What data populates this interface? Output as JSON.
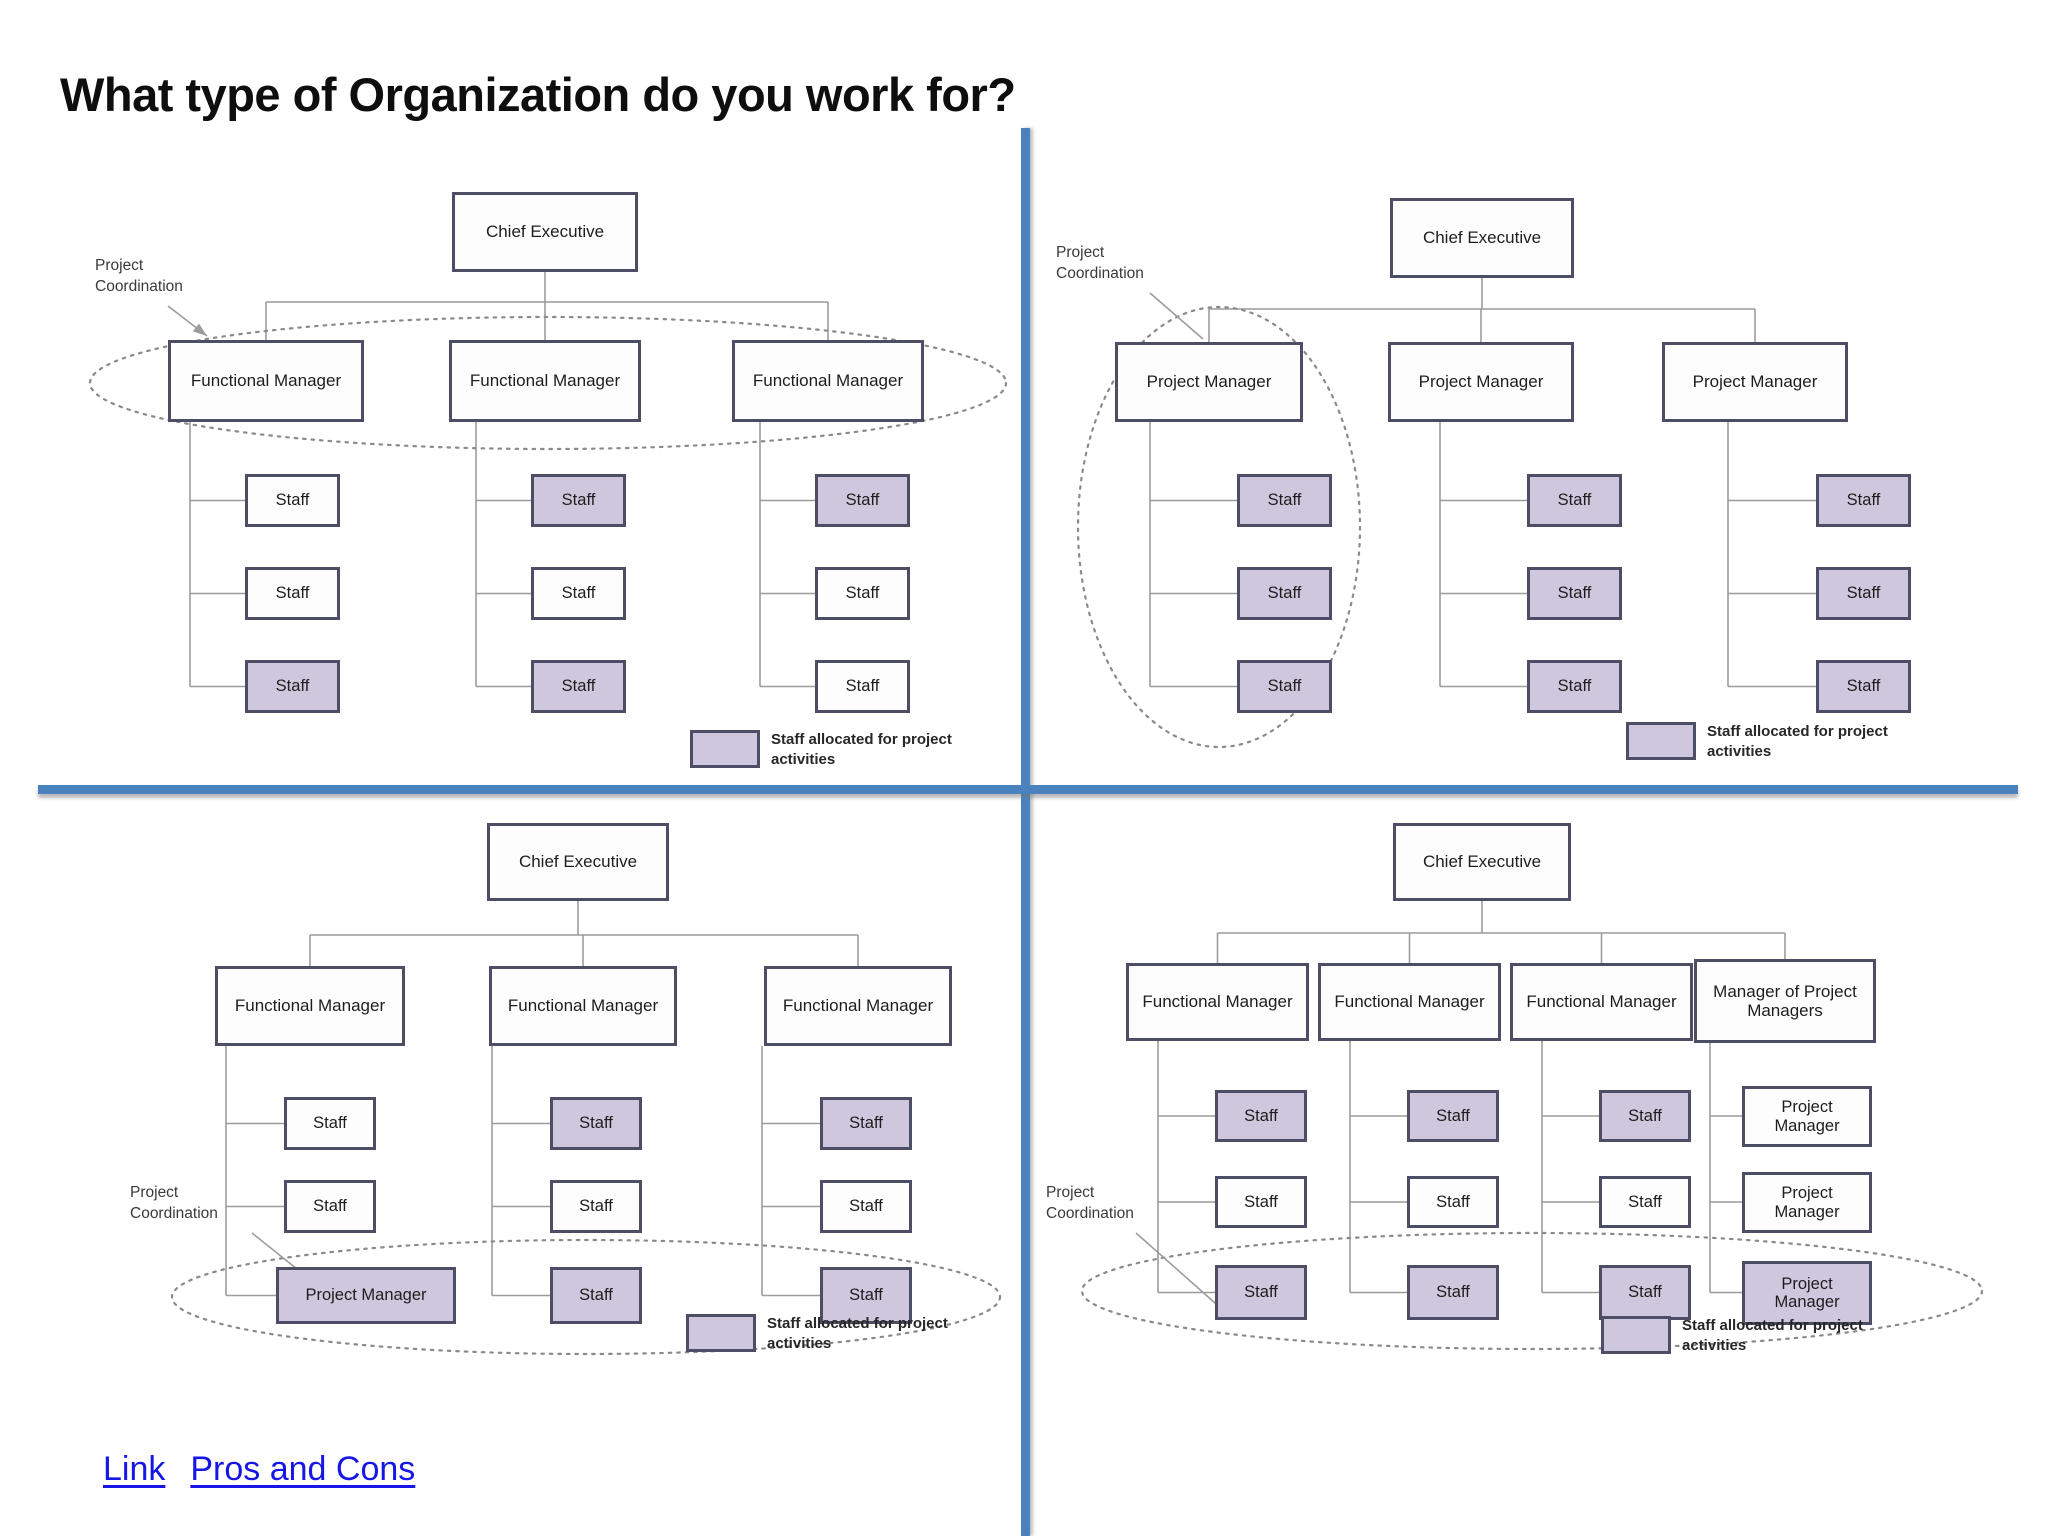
{
  "title": "What type of Organization do you work for?",
  "links": [
    {
      "label": "Link"
    },
    {
      "label": "Pros and Cons"
    }
  ],
  "colors": {
    "accent_blue": "#4a82c0",
    "shaded_fill": "#cfc7dd",
    "box_border": "#4d4d66",
    "line_gray": "#9c9c9c",
    "ellipse_gray": "#8a8a8a",
    "link_blue": "#1616e6"
  },
  "legend_note": "shaded box = staff allocated for project activities",
  "quadrants": [
    {
      "name": "functional-organization",
      "chief": "Chief Executive",
      "coordination": "Project Coordination",
      "legend": "Staff allocated for project activities",
      "managers": [
        "Functional Manager",
        "Functional Manager",
        "Functional Manager"
      ],
      "columns": [
        [
          {
            "label": "Staff",
            "shaded": false
          },
          {
            "label": "Staff",
            "shaded": false
          },
          {
            "label": "Staff",
            "shaded": true
          }
        ],
        [
          {
            "label": "Staff",
            "shaded": true
          },
          {
            "label": "Staff",
            "shaded": false
          },
          {
            "label": "Staff",
            "shaded": true
          }
        ],
        [
          {
            "label": "Staff",
            "shaded": true
          },
          {
            "label": "Staff",
            "shaded": false
          },
          {
            "label": "Staff",
            "shaded": false
          }
        ]
      ]
    },
    {
      "name": "projectized-organization",
      "chief": "Chief Executive",
      "coordination": "Project Coordination",
      "legend": "Staff allocated for project activities",
      "managers": [
        "Project Manager",
        "Project Manager",
        "Project Manager"
      ],
      "columns": [
        [
          {
            "label": "Staff",
            "shaded": true
          },
          {
            "label": "Staff",
            "shaded": true
          },
          {
            "label": "Staff",
            "shaded": true
          }
        ],
        [
          {
            "label": "Staff",
            "shaded": true
          },
          {
            "label": "Staff",
            "shaded": true
          },
          {
            "label": "Staff",
            "shaded": true
          }
        ],
        [
          {
            "label": "Staff",
            "shaded": true
          },
          {
            "label": "Staff",
            "shaded": true
          },
          {
            "label": "Staff",
            "shaded": true
          }
        ]
      ]
    },
    {
      "name": "weak-matrix-organization",
      "chief": "Chief Executive",
      "coordination": "Project Coordination",
      "legend": "Staff allocated for project activities",
      "managers": [
        "Functional Manager",
        "Functional Manager",
        "Functional Manager"
      ],
      "columns": [
        [
          {
            "label": "Staff",
            "shaded": false
          },
          {
            "label": "Staff",
            "shaded": false
          },
          {
            "label": "Project Manager",
            "shaded": true,
            "wide": true
          }
        ],
        [
          {
            "label": "Staff",
            "shaded": true
          },
          {
            "label": "Staff",
            "shaded": false
          },
          {
            "label": "Staff",
            "shaded": true
          }
        ],
        [
          {
            "label": "Staff",
            "shaded": true
          },
          {
            "label": "Staff",
            "shaded": false
          },
          {
            "label": "Staff",
            "shaded": true
          }
        ]
      ]
    },
    {
      "name": "strong-matrix-organization",
      "chief": "Chief Executive",
      "coordination": "Project Coordination",
      "legend": "Staff allocated for project activities",
      "managers": [
        "Functional Manager",
        "Functional Manager",
        "Functional Manager",
        "Manager of Project Managers"
      ],
      "columns": [
        [
          {
            "label": "Staff",
            "shaded": true
          },
          {
            "label": "Staff",
            "shaded": false
          },
          {
            "label": "Staff",
            "shaded": true
          }
        ],
        [
          {
            "label": "Staff",
            "shaded": true
          },
          {
            "label": "Staff",
            "shaded": false
          },
          {
            "label": "Staff",
            "shaded": true
          }
        ],
        [
          {
            "label": "Staff",
            "shaded": true
          },
          {
            "label": "Staff",
            "shaded": false
          },
          {
            "label": "Staff",
            "shaded": true
          }
        ],
        [
          {
            "label": "Project Manager",
            "shaded": false
          },
          {
            "label": "Project Manager",
            "shaded": false
          },
          {
            "label": "Project Manager",
            "shaded": true
          }
        ]
      ]
    }
  ]
}
